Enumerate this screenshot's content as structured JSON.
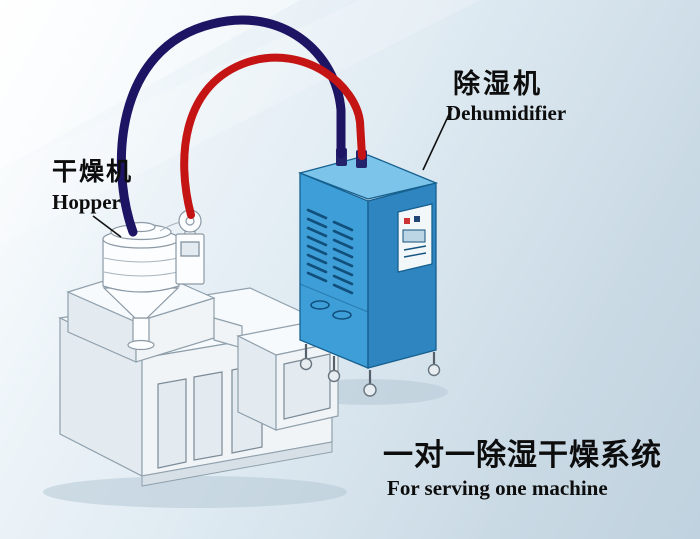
{
  "labels": {
    "dehumidifier_cn": "除湿机",
    "dehumidifier_en": "Dehumidifier",
    "hopper_cn": "干燥机",
    "hopper_en": "Hopper"
  },
  "caption": {
    "cn": "一对一除湿干燥系统",
    "en": "For serving one machine"
  },
  "colors": {
    "pipe_navy": "#1e1464",
    "pipe_red": "#c41414",
    "fitting": "#24226a",
    "dehumidifier_top": "#7cc4ea",
    "dehumidifier_front": "#3e9fd8",
    "dehumidifier_side": "#2e85c0",
    "panel_face": "#f2f7fa"
  }
}
